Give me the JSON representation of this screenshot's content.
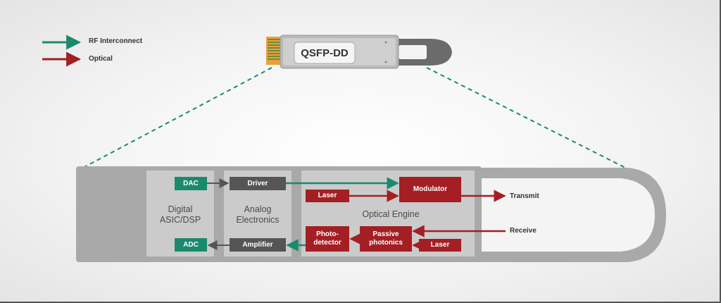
{
  "legend": {
    "rf": {
      "label": "RF Interconnect",
      "color": "#1a8a6e"
    },
    "optical": {
      "label": "Optical",
      "color": "#a31f24"
    }
  },
  "module_name": "QSFP-DD",
  "sections": {
    "digital": "Digital\nASIC/DSP",
    "analog": "Analog\nElectronics",
    "optical": "Optical Engine"
  },
  "blocks": {
    "dac": "DAC",
    "adc": "ADC",
    "driver": "Driver",
    "amplifier": "Amplifier",
    "laser_tx": "Laser",
    "modulator": "Modulator",
    "photodetector": "Photo-\ndetector",
    "passive_photonics": "Passive\nphotonics",
    "laser_rx": "Laser"
  },
  "signals": {
    "transmit": "Transmit",
    "receive": "Receive"
  },
  "colors": {
    "teal": "#1a8a6e",
    "red": "#a31f24",
    "dark_gray": "#555555"
  }
}
